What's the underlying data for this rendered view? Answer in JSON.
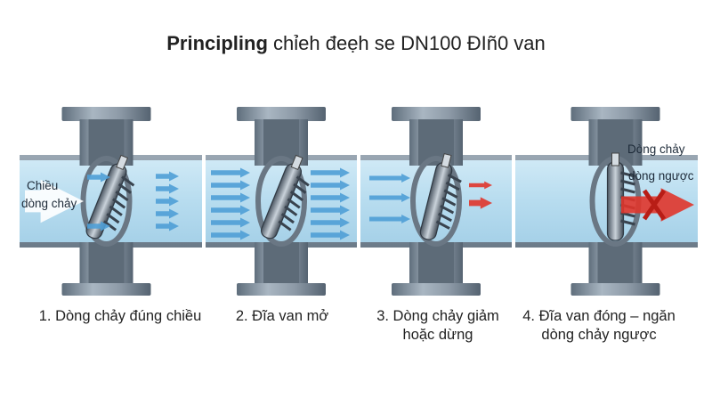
{
  "title": {
    "bold": "Principling",
    "rest": " chỉeh đeẹh se DN100 ĐIñ0 van"
  },
  "panels": [
    {
      "caption_line1": "1. Dòng chảy đúng chiều",
      "caption_line2": "",
      "state": "flow-forward"
    },
    {
      "caption_line1": "2. Đĩa van mở",
      "caption_line2": "",
      "state": "disc-open"
    },
    {
      "caption_line1": "3. Dòng chảy giảm",
      "caption_line2": "hoặc dừng",
      "state": "flow-reduced"
    },
    {
      "caption_line1": "4. Đĩa van đóng – ngăn",
      "caption_line2": "dòng chảy ngược",
      "state": "disc-closed"
    }
  ],
  "labels": {
    "flow_direction_line1": "Chiều",
    "flow_direction_line2": "dòng chảy",
    "backflow_line1": "Dòng chảy",
    "backflow_line2": "dòng ngược"
  },
  "colors": {
    "pipe_water": "#bfe0f2",
    "pipe_metal": "#7d8c9a",
    "flow_arrow": "#4f9fd6",
    "back_arrow": "#e0352b"
  }
}
